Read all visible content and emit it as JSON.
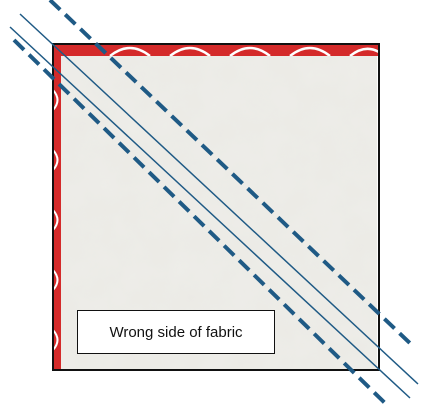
{
  "label": {
    "text": "Wrong side of fabric"
  },
  "colors": {
    "fabric_wrong_side": "#ebeae5",
    "fabric_right_side_red": "#d42a2a",
    "border": "#111111",
    "cut_line": "#1f5a85",
    "seam_line": "#1f5a85"
  },
  "diagram": {
    "elements": [
      "fabric-square",
      "red-fabric-edge",
      "center-cut-lines",
      "dashed-seam-lines",
      "label-box"
    ]
  }
}
